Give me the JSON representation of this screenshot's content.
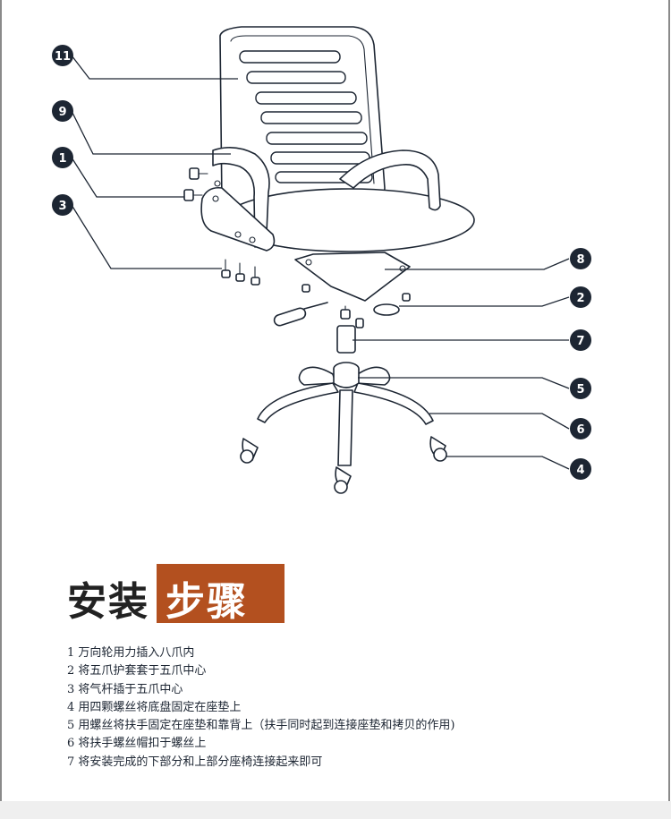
{
  "callouts": [
    "11",
    "9",
    "1",
    "3",
    "8",
    "2",
    "7",
    "5",
    "6",
    "4"
  ],
  "heading": {
    "left": "安装",
    "right": "步骤"
  },
  "steps": [
    "1 万向轮用力插入八爪内",
    "2 将五爪护套套于五爪中心",
    "3 将气杆插于五爪中心",
    "4 用四颗螺丝将底盘固定在座垫上",
    "5 用螺丝将扶手固定在座垫和靠背上（扶手同时起到连接座垫和拷贝的作用)",
    "6 将扶手螺丝帽扣于螺丝上",
    "7 将安装完成的下部分和上部分座椅连接起来即可"
  ],
  "colors": {
    "accent": "#b3501f",
    "ink": "#1d2633"
  }
}
